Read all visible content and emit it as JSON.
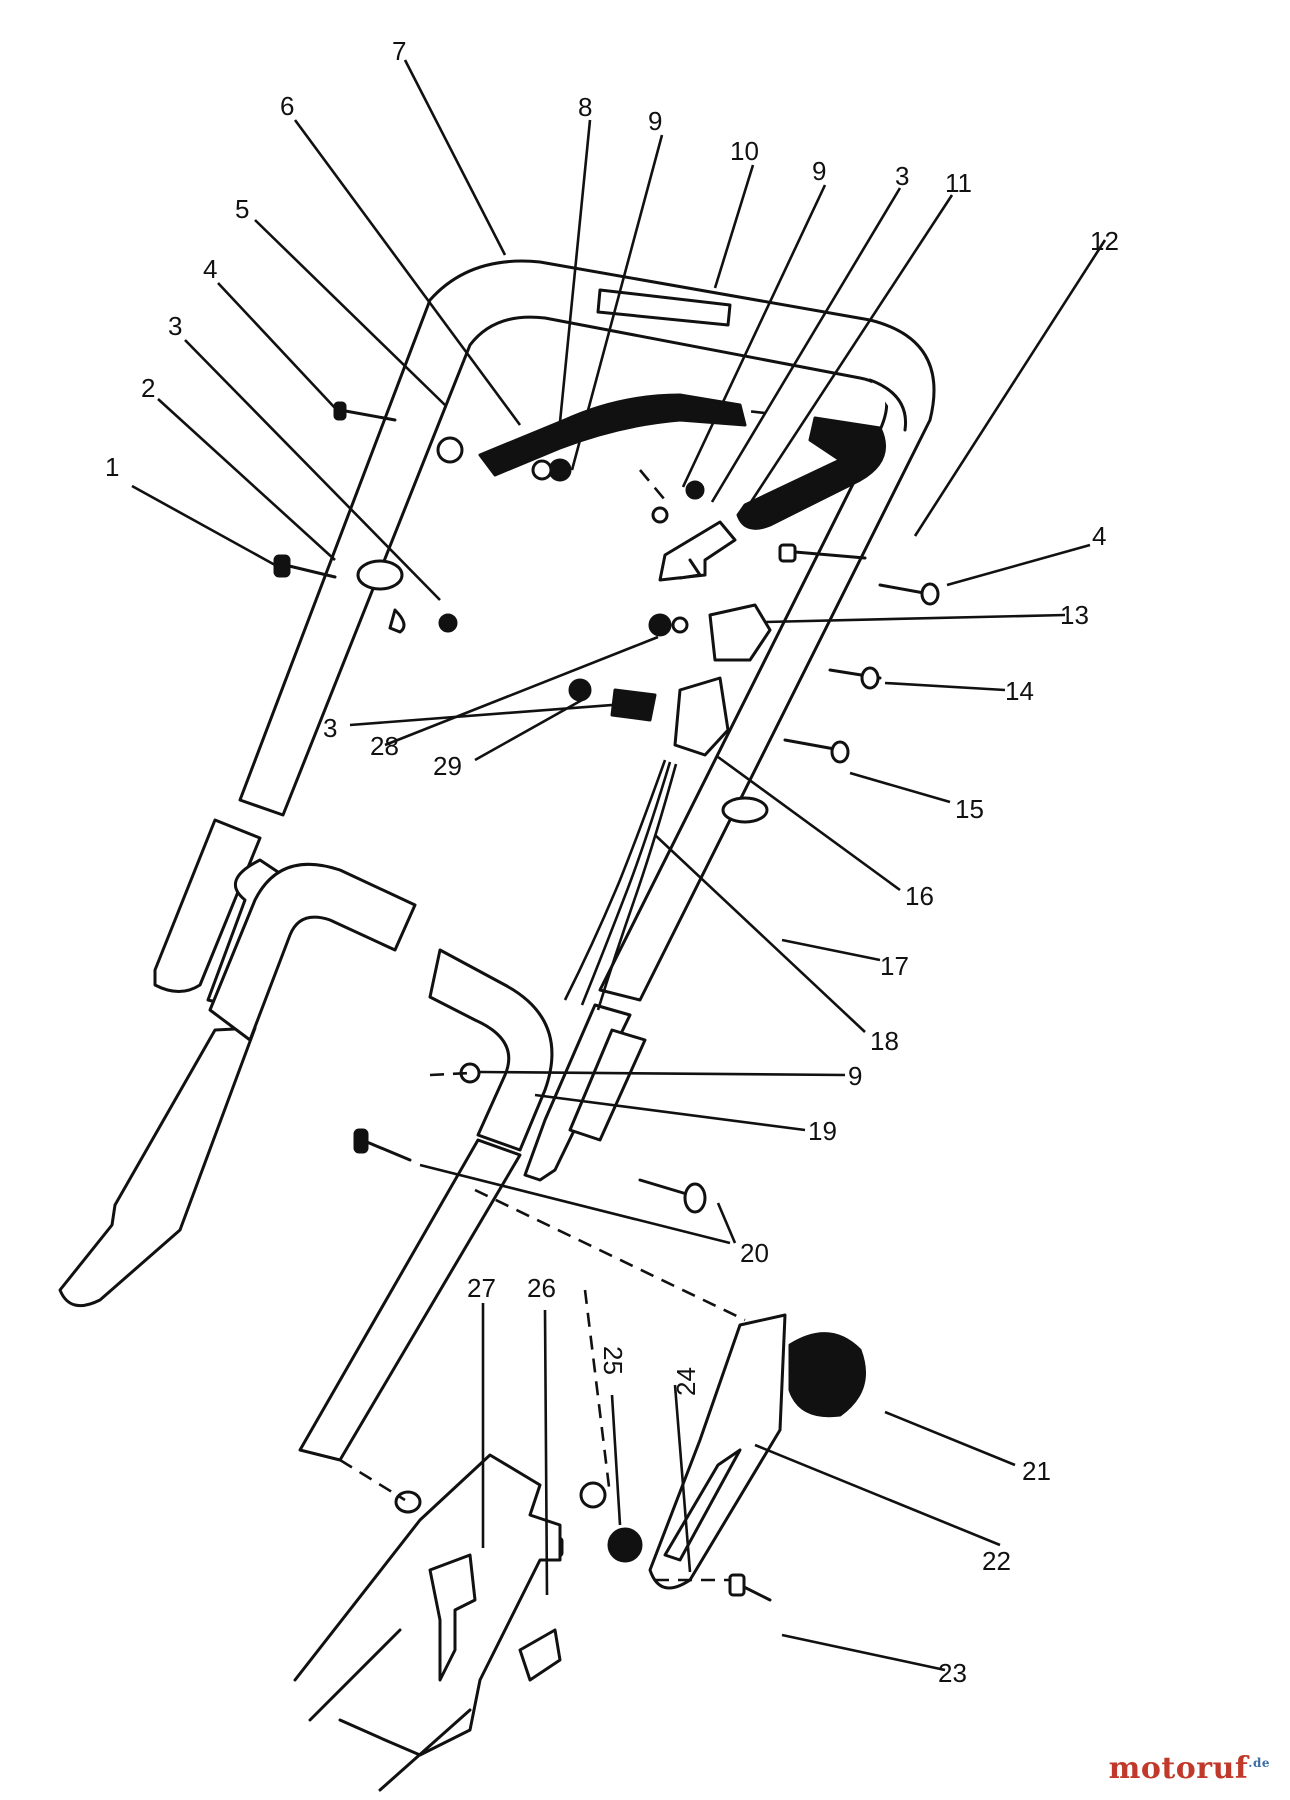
{
  "callouts": {
    "c1": "1",
    "c2": "2",
    "c3a": "3",
    "c3b": "3",
    "c3c": "3",
    "c4a": "4",
    "c4b": "4",
    "c5": "5",
    "c6": "6",
    "c7": "7",
    "c8": "8",
    "c9a": "9",
    "c9b": "9",
    "c9c": "9",
    "c10": "10",
    "c11": "11",
    "c12": "12",
    "c13": "13",
    "c14": "14",
    "c15": "15",
    "c16": "16",
    "c17": "17",
    "c18": "18",
    "c19": "19",
    "c20": "20",
    "c21": "21",
    "c22": "22",
    "c23": "23",
    "c24": "24",
    "c25": "25",
    "c26": "26",
    "c27": "27",
    "c28": "28",
    "c29": "29"
  },
  "watermark": {
    "part1": "motoruf",
    "suffix": ".de"
  }
}
